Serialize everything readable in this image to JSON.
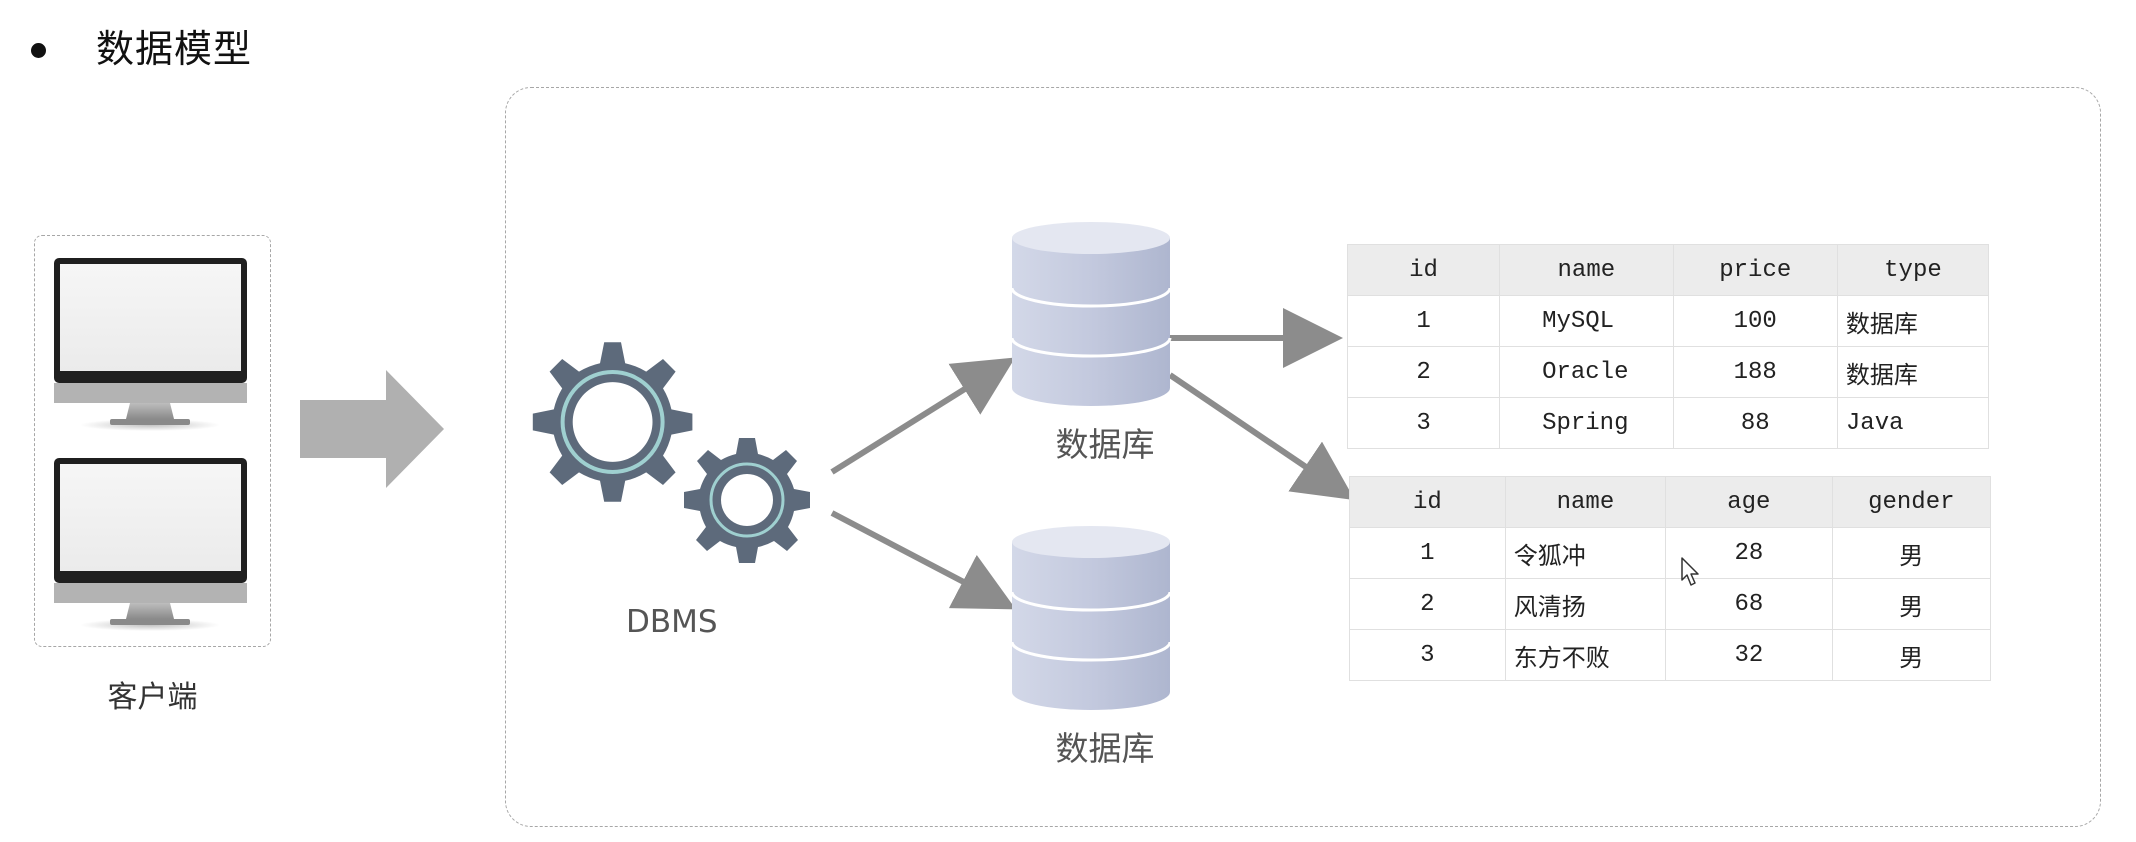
{
  "title": "数据模型",
  "client": {
    "label": "客户端"
  },
  "dbms": {
    "label": "DBMS"
  },
  "databases": [
    {
      "label": "数据库"
    },
    {
      "label": "数据库"
    }
  ],
  "tables": [
    {
      "columns": [
        "id",
        "name",
        "price",
        "type"
      ],
      "rows": [
        [
          "1",
          "MySQL",
          "100",
          "数据库"
        ],
        [
          "2",
          "Oracle",
          "188",
          "数据库"
        ],
        [
          "3",
          "Spring",
          "88",
          "Java"
        ]
      ]
    },
    {
      "columns": [
        "id",
        "name",
        "age",
        "gender"
      ],
      "rows": [
        [
          "1",
          "令狐冲",
          "28",
          "男"
        ],
        [
          "2",
          "风清扬",
          "68",
          "男"
        ],
        [
          "3",
          "东方不败",
          "32",
          "男"
        ]
      ]
    }
  ],
  "colors": {
    "gear": "#5d6a7b",
    "gear_ring": "#9fd0d0",
    "arrow": "#8c8c8c",
    "big_arrow": "#b0b0b0",
    "cylinder": "#c9cfe3"
  }
}
